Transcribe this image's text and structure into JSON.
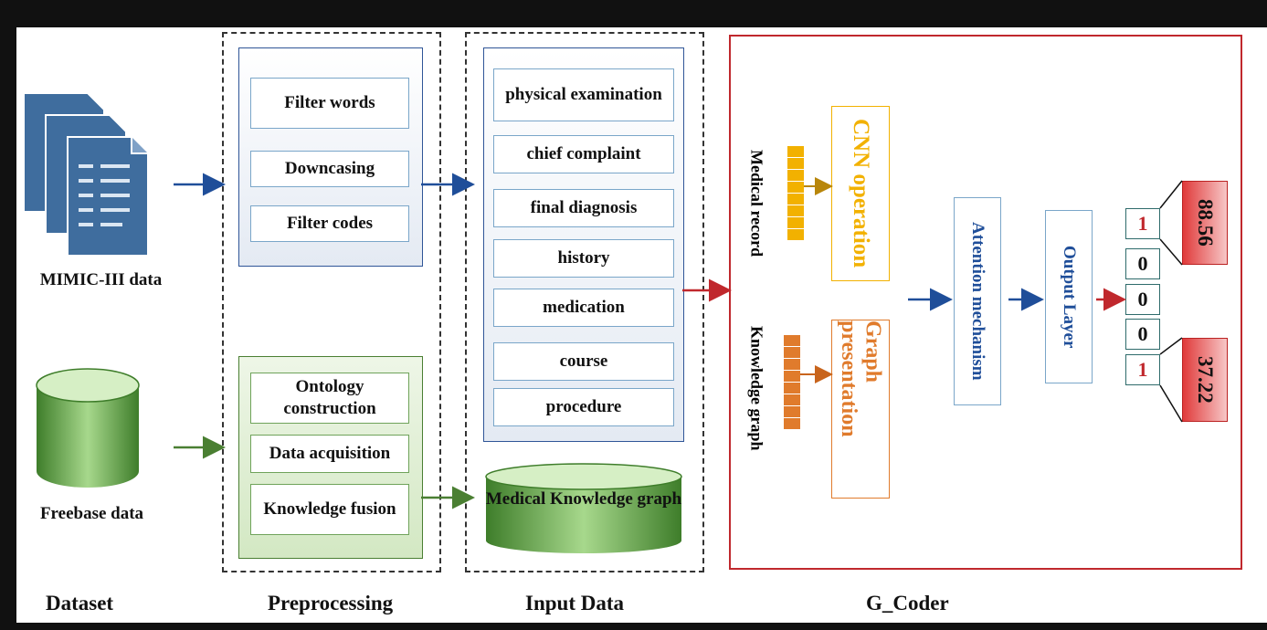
{
  "sections": {
    "dataset": "Dataset",
    "preprocessing": "Preprocessing",
    "input_data": "Input Data",
    "g_coder": "G_Coder"
  },
  "dataset": {
    "mimic_label": "MIMIC-III data",
    "freebase_label": "Freebase data",
    "doc_icon": "document-stack-icon",
    "db_icon": "database-cylinder-icon"
  },
  "preprocessing": {
    "text_steps": [
      "Filter words",
      "Downcasing",
      "Filter codes"
    ],
    "kg_steps": [
      "Ontology construction",
      "Data acquisition",
      "Knowledge fusion"
    ]
  },
  "input_data": {
    "fields": [
      "physical examination",
      "chief complaint",
      "final diagnosis",
      "history",
      "medication",
      "course",
      "procedure"
    ],
    "kg_label": "Medical Knowledge graph"
  },
  "g_coder": {
    "medical_record_label": "Medical record",
    "knowledge_graph_label": "Knowledge graph",
    "cnn_label": "CNN operation",
    "graph_label": "Graph presentation",
    "attention_label": "Attention mechanism",
    "output_label": "Output Layer",
    "output_vector": [
      "1",
      "0",
      "0",
      "0",
      "1"
    ],
    "scores": [
      "88.56",
      "37.22"
    ]
  },
  "colors": {
    "blue": "#1f4e99",
    "green": "#4a7f32",
    "red": "#c0282d",
    "cnn": "#f2b100",
    "graph": "#e07b2c"
  }
}
